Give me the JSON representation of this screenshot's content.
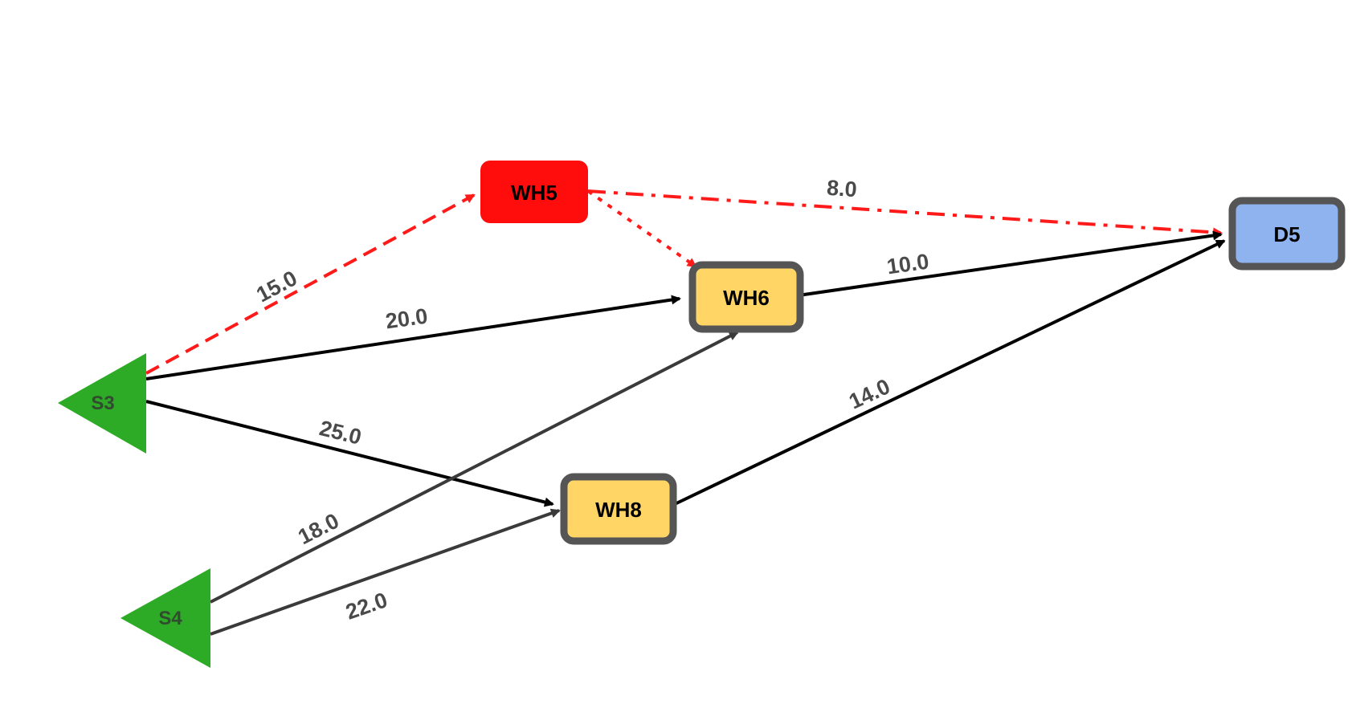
{
  "colors": {
    "source": "#2eab26",
    "closed_warehouse": "#ff0d0d",
    "warehouse": "#ffd666",
    "destination": "#8fb3ee",
    "node_border": "#555555",
    "edge_default": "#000000",
    "edge_secondary": "#3a3a3a",
    "edge_disabled": "#ff1a1a"
  },
  "nodes": [
    {
      "id": "S3",
      "label": "S3",
      "kind": "source"
    },
    {
      "id": "S4",
      "label": "S4",
      "kind": "source"
    },
    {
      "id": "WH5",
      "label": "WH5",
      "kind": "closed-warehouse"
    },
    {
      "id": "WH6",
      "label": "WH6",
      "kind": "warehouse"
    },
    {
      "id": "WH8",
      "label": "WH8",
      "kind": "warehouse"
    },
    {
      "id": "D5",
      "label": "D5",
      "kind": "destination"
    }
  ],
  "edges": [
    {
      "id": "S3-WH5",
      "from": "S3",
      "to": "WH5",
      "label": "15.0",
      "style": "dashed",
      "status": "disabled"
    },
    {
      "id": "S3-WH6",
      "from": "S3",
      "to": "WH6",
      "label": "20.0",
      "style": "solid",
      "status": "active"
    },
    {
      "id": "S3-WH8",
      "from": "S3",
      "to": "WH8",
      "label": "25.0",
      "style": "solid",
      "status": "active"
    },
    {
      "id": "S4-WH6",
      "from": "S4",
      "to": "WH6",
      "label": "18.0",
      "style": "solid",
      "status": "secondary"
    },
    {
      "id": "S4-WH8",
      "from": "S4",
      "to": "WH8",
      "label": "22.0",
      "style": "solid",
      "status": "secondary"
    },
    {
      "id": "WH5-WH6",
      "from": "WH5",
      "to": "WH6",
      "label": "",
      "style": "dotted",
      "status": "disabled"
    },
    {
      "id": "WH5-D5",
      "from": "WH5",
      "to": "D5",
      "label": "8.0",
      "style": "dash-dot",
      "status": "disabled"
    },
    {
      "id": "WH6-D5",
      "from": "WH6",
      "to": "D5",
      "label": "10.0",
      "style": "solid",
      "status": "active"
    },
    {
      "id": "WH8-D5",
      "from": "WH8",
      "to": "D5",
      "label": "14.0",
      "style": "solid",
      "status": "active"
    }
  ]
}
